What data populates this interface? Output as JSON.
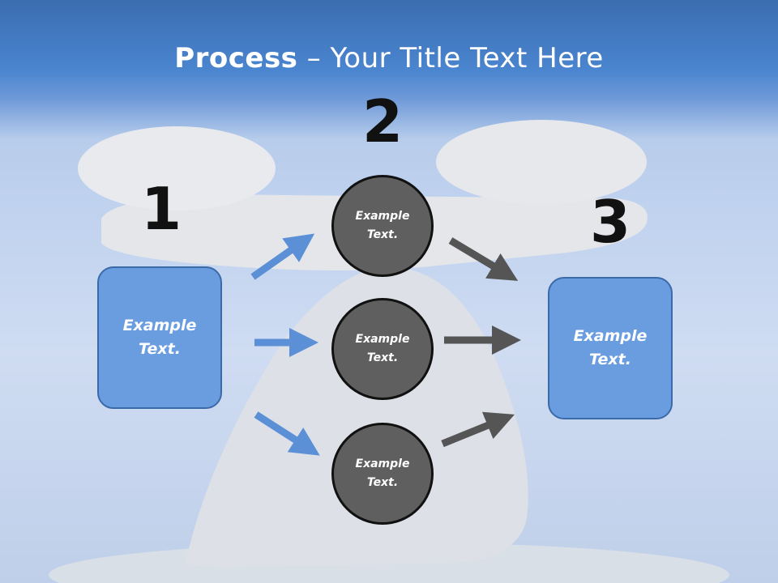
{
  "slide": {
    "title_bold": "Process",
    "title_rest": " – Your Title Text Here"
  },
  "steps": {
    "left_number": "1",
    "middle_number": "2",
    "right_number": "3"
  },
  "boxes": {
    "left_text": "Example Text.",
    "right_text": "Example Text."
  },
  "circles": [
    {
      "text": "Example Text."
    },
    {
      "text": "Example Text."
    },
    {
      "text": "Example Text."
    }
  ],
  "colors": {
    "box_fill": "#6a9ce0",
    "circle_fill": "#5f5f5f",
    "blue_arrow": "#5b8fd6",
    "gray_arrow": "#555555"
  }
}
